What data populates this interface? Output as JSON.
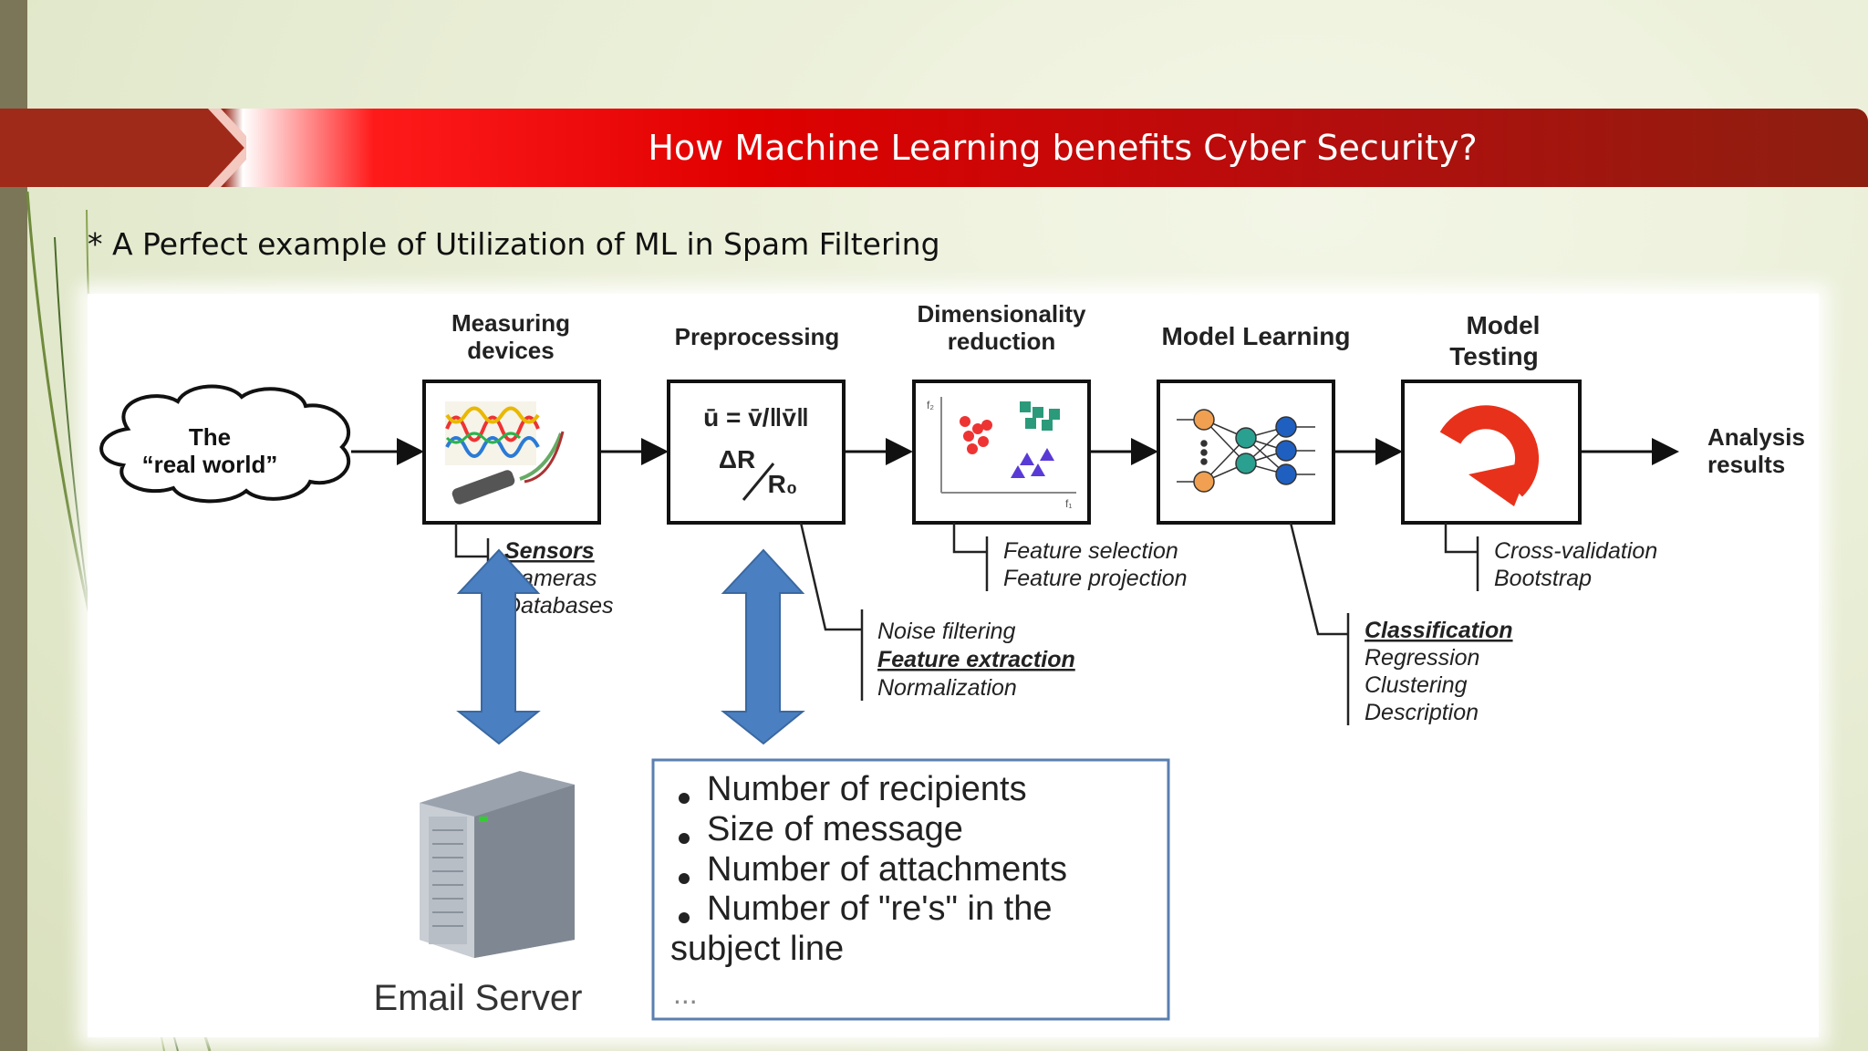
{
  "slide": {
    "title": "How Machine Learning benefits Cyber Security?",
    "subtitle": "* A Perfect example of Utilization of ML in Spam Filtering"
  },
  "pipeline": {
    "source_label_1": "The",
    "source_label_2": "“real world”",
    "stages": [
      {
        "header_1": "Measuring",
        "header_2": "devices",
        "notes": [
          "Sensors",
          "Cameras",
          "Databases"
        ]
      },
      {
        "header_1": "Preprocessing",
        "header_2": "",
        "notes": [
          "Noise filtering",
          "Feature extraction",
          "Normalization"
        ]
      },
      {
        "header_1": "Dimensionality",
        "header_2": "reduction",
        "notes": [
          "Feature selection",
          "Feature projection"
        ]
      },
      {
        "header_1": "Model Learning",
        "header_2": "",
        "notes": [
          "Classification",
          "Regression",
          "Clustering",
          "Description"
        ]
      },
      {
        "header_1": "Model",
        "header_2": "Testing",
        "notes": [
          "Cross-validation",
          "Bootstrap"
        ]
      }
    ],
    "output_label_1": "Analysis",
    "output_label_2": "results",
    "formula_top": "ū = v̄/‖v̄‖",
    "formula_bottom_1": "ΔR",
    "formula_bottom_2": "R₀",
    "axis_f1": "f₁",
    "axis_f2": "f₂"
  },
  "email_server": {
    "label": "Email Server"
  },
  "features_box": {
    "items": [
      "Number of recipients",
      "Size of message",
      "Number of attachments",
      "Number of \"re's\" in the"
    ],
    "continuation": "subject line",
    "ellipsis": "..."
  },
  "colors": {
    "arrow_blue": "#4a7fc1",
    "title_red": "#d40000",
    "cycle_red": "#e8311a"
  }
}
